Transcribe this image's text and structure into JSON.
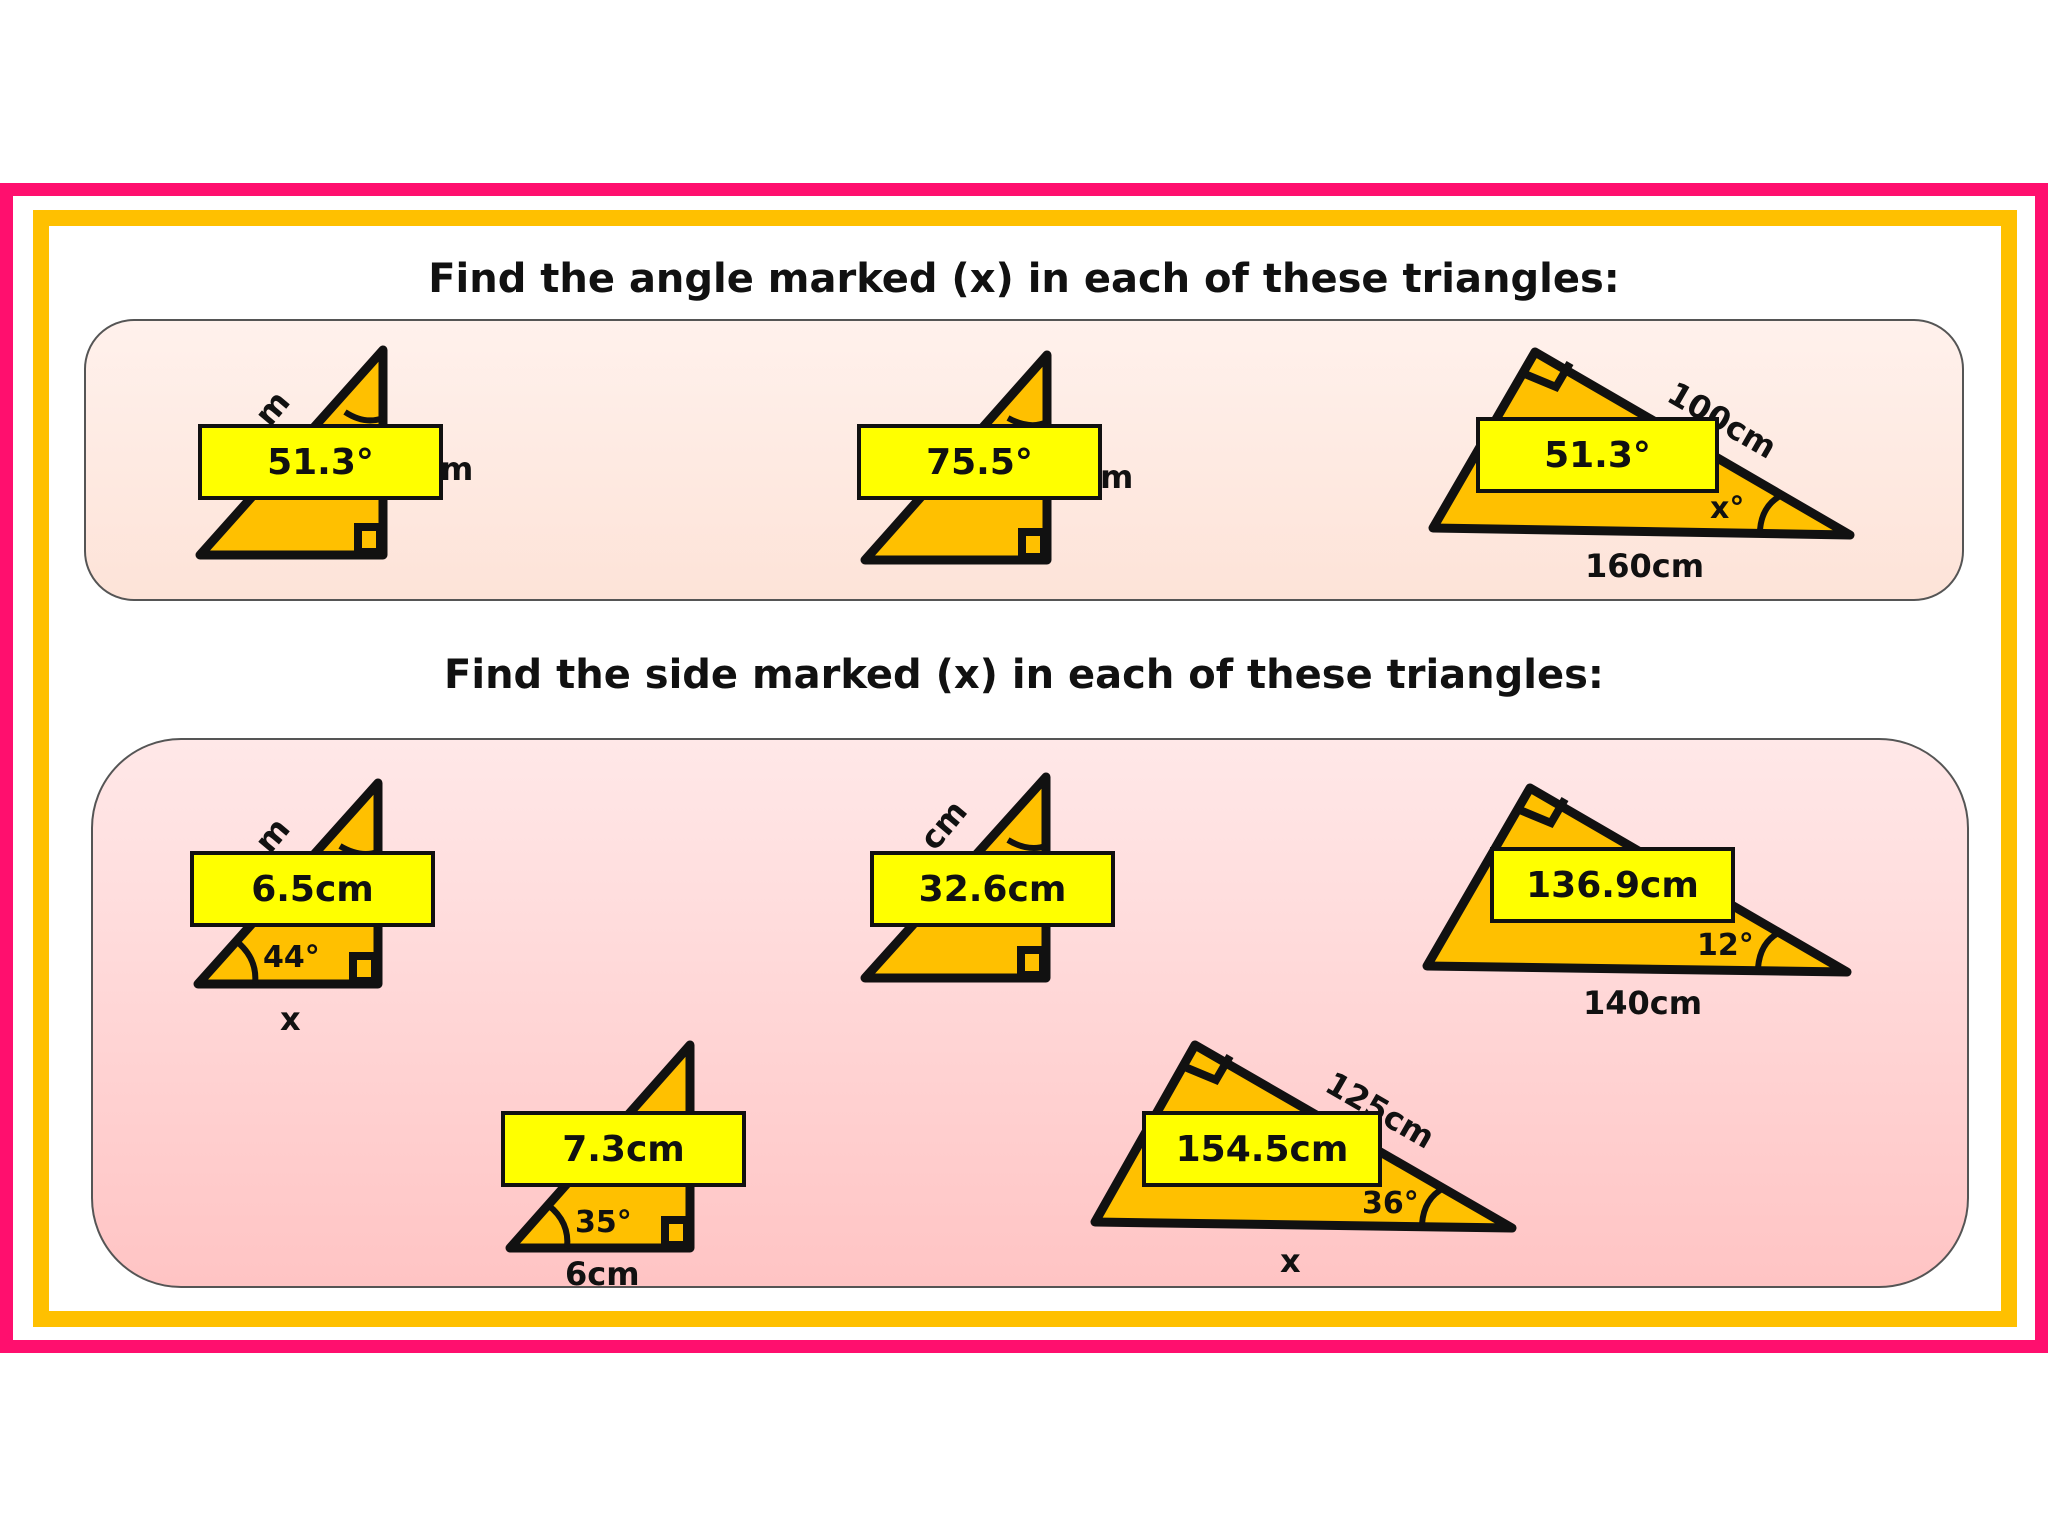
{
  "headings": {
    "angles": "Find the angle marked (x) in each of these triangles:",
    "sides": "Find the side marked (x) in each of these triangles:"
  },
  "colors": {
    "outer_border": "#ff0f6e",
    "inner_border": "#ffc000",
    "triangle_fill": "#ffc000",
    "answer_box": "#ffff00"
  },
  "angle_questions": [
    {
      "answer": "51.3°",
      "labels": {
        "hyp": "m",
        "side": "m"
      }
    },
    {
      "answer": "75.5°",
      "labels": {
        "side": "m"
      }
    },
    {
      "answer": "51.3°",
      "labels": {
        "hyp": "100cm",
        "base": "160cm",
        "angle": "x°"
      }
    }
  ],
  "side_questions": [
    {
      "answer": "6.5cm",
      "labels": {
        "hyp": "m",
        "angle": "44°",
        "base": "x"
      }
    },
    {
      "answer": "32.6cm",
      "labels": {
        "hyp": "cm"
      }
    },
    {
      "answer": "136.9cm",
      "labels": {
        "angle": "12°",
        "base": "140cm"
      }
    },
    {
      "answer": "7.3cm",
      "labels": {
        "angle": "35°",
        "base": "6cm"
      }
    },
    {
      "answer": "154.5cm",
      "labels": {
        "hyp": "125cm",
        "angle": "36°",
        "base": "x"
      }
    }
  ]
}
